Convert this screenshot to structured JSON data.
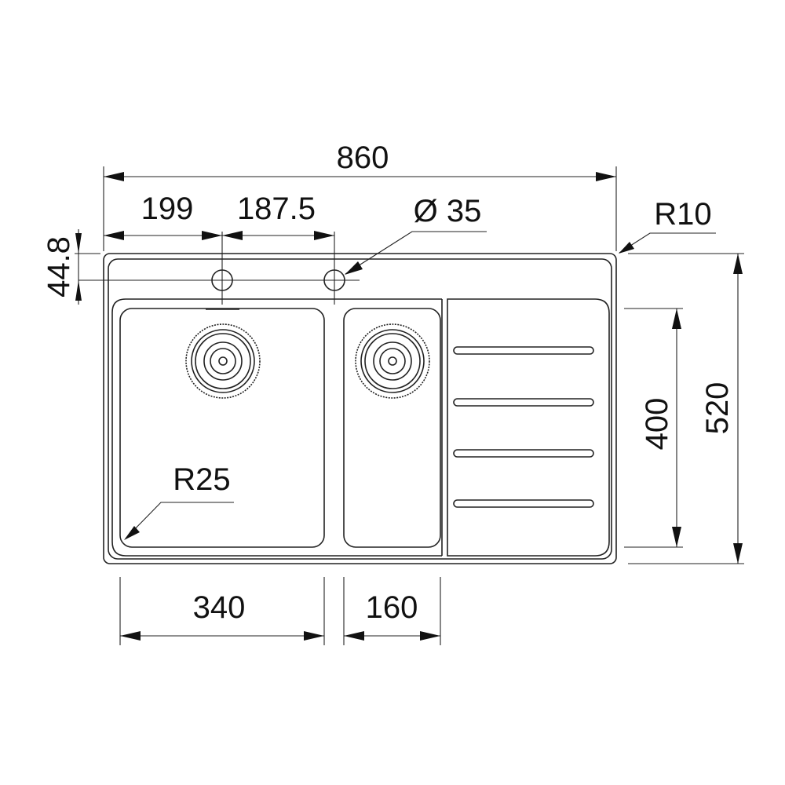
{
  "drawing": {
    "dimensions": {
      "overall_width": "860",
      "tap_offset_1": "199",
      "tap_offset_2": "187.5",
      "tap_hole_diameter": "Ø 35",
      "corner_radius_outer": "R10",
      "tap_hole_depth": "44.8",
      "bowl_depth_dim": "400",
      "overall_depth": "520",
      "bowl_corner_radius": "R25",
      "main_bowl_width": "340",
      "small_bowl_width": "160"
    },
    "line_color": "#222222"
  }
}
